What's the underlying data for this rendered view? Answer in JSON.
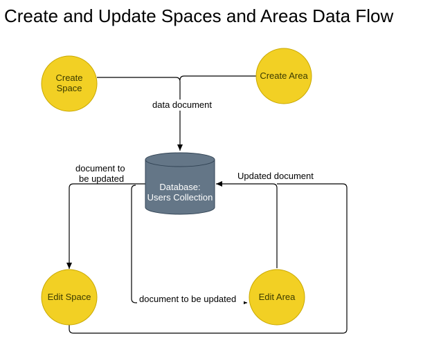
{
  "title": "Create and Update Spaces and Areas Data Flow",
  "colors": {
    "node_fill": "#F2D024",
    "node_stroke": "#C9A800",
    "db_fill": "#647687",
    "db_stroke": "#314354",
    "edge": "#000000",
    "node_text": "#3a3a00",
    "db_text": "#ffffff"
  },
  "nodes": {
    "create_space": {
      "line1": "Create",
      "line2": "Space"
    },
    "create_area": {
      "label": "Create Area"
    },
    "database": {
      "line1": "Database:",
      "line2": "Users Collection"
    },
    "edit_space": {
      "label": "Edit Space"
    },
    "edit_area": {
      "label": "Edit Area"
    }
  },
  "edges": {
    "data_document": "data document",
    "to_be_updated_left_1": "document to",
    "to_be_updated_left_2": "be updated",
    "updated_document": "Updated document",
    "to_be_updated_bottom": "document to be updated"
  }
}
